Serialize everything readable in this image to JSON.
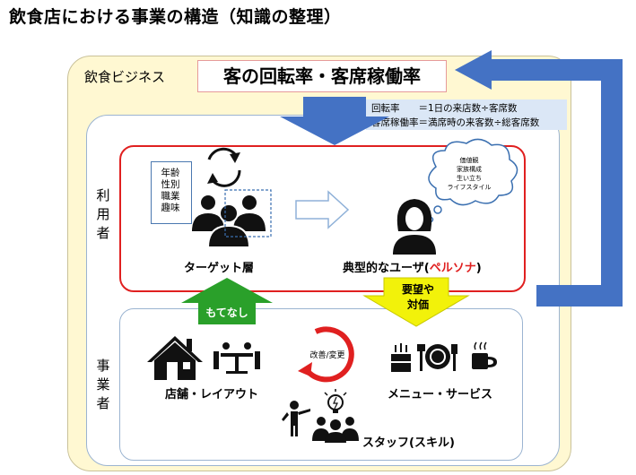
{
  "title": "飲食店における事業の構造（知識の整理）",
  "business_label": "飲食ビジネス",
  "metric": "客の回転率・客席稼働率",
  "formulas": {
    "turnover": "回転率　　＝1日の来店数÷客席数",
    "occupancy": "客席稼働率＝満席時の来客数÷総客席数"
  },
  "users_label": "利用者",
  "operators_label": "事業者",
  "attributes": [
    "年齢",
    "性別",
    "職業",
    "趣味"
  ],
  "target_label": "ターゲット層",
  "persona_main": "典型的なユーザ(",
  "persona_red": "ペルソナ",
  "persona_close": ")",
  "thought_items": [
    "価値観",
    "家族構成",
    "生い立ち",
    "ライフスタイル"
  ],
  "hospitality_label": "もてなし",
  "needs_label_1": "要望や",
  "needs_label_2": "対価",
  "cycle_label": "改善/変更",
  "store_label": "店舗・レイアウト",
  "menu_label": "メニュー・サービス",
  "staff_label": "スタッフ(スキル)",
  "colors": {
    "outer_fill": "#fff8d2",
    "arrow_blue": "#4472c4",
    "user_border": "#e02020",
    "green_arrow": "#2aa02a",
    "yellow_arrow": "#f2f20a",
    "formula_fill": "#dbe7f6"
  }
}
